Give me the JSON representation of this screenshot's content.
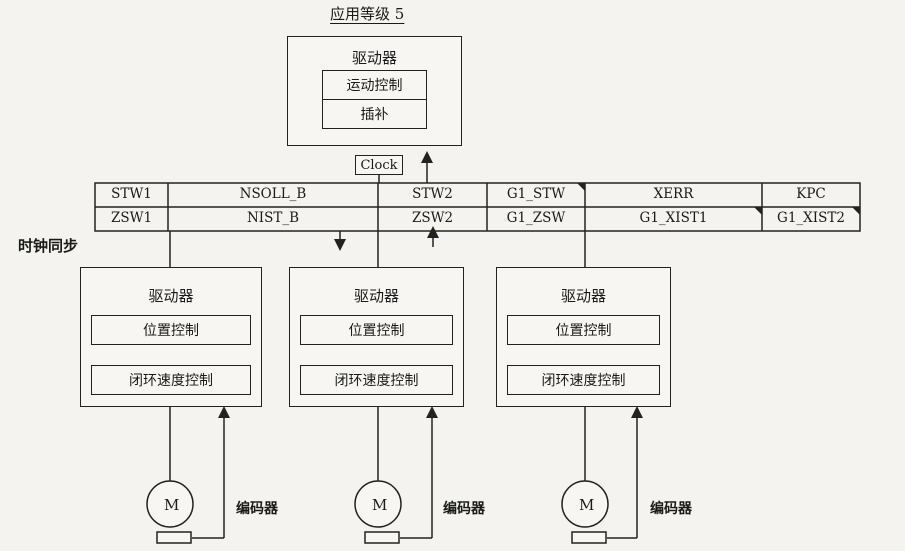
{
  "title": "应用等级 5",
  "clock_sync": "时钟同步",
  "master": {
    "title": "驱动器",
    "blocks": [
      "运动控制",
      "插补"
    ]
  },
  "clock_label": "Clock",
  "telegram": {
    "row1": [
      "STW1",
      "NSOLL_B",
      "STW2",
      "G1_STW",
      "XERR",
      "KPC"
    ],
    "row2": [
      "ZSW1",
      "NIST_B",
      "ZSW2",
      "G1_ZSW",
      "G1_XIST1",
      "G1_XIST2"
    ]
  },
  "drives": [
    {
      "title": "驱动器",
      "blocks": [
        "位置控制",
        "闭环速度控制"
      ],
      "motor": "M",
      "encoder": "编码器"
    },
    {
      "title": "驱动器",
      "blocks": [
        "位置控制",
        "闭环速度控制"
      ],
      "motor": "M",
      "encoder": "编码器"
    },
    {
      "title": "驱动器",
      "blocks": [
        "位置控制",
        "闭环速度控制"
      ],
      "motor": "M",
      "encoder": "编码器"
    }
  ]
}
